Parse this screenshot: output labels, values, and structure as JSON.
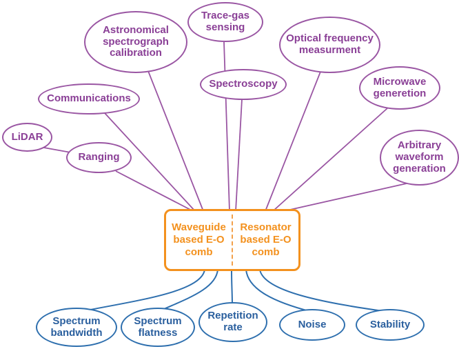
{
  "colors": {
    "purple": "#9a56a3",
    "blue": "#2e6fae",
    "orange": "#f3911e"
  },
  "center": {
    "left_label": "Waveguide based E-O comb",
    "right_label": "Resonator based E-O comb"
  },
  "applications": [
    {
      "label": "LiDAR"
    },
    {
      "label": "Ranging"
    },
    {
      "label": "Communications"
    },
    {
      "label": "Astronomical spectrograph calibration"
    },
    {
      "label": "Trace-gas sensing"
    },
    {
      "label": "Spectroscopy"
    },
    {
      "label": "Optical frequency measurment"
    },
    {
      "label": "Microwave generetion"
    },
    {
      "label": "Arbitrary waveform generation"
    }
  ],
  "properties": [
    {
      "label": "Spectrum bandwidth"
    },
    {
      "label": "Spectrum flatness"
    },
    {
      "label": "Repetition rate"
    },
    {
      "label": "Noise"
    },
    {
      "label": "Stability"
    }
  ]
}
